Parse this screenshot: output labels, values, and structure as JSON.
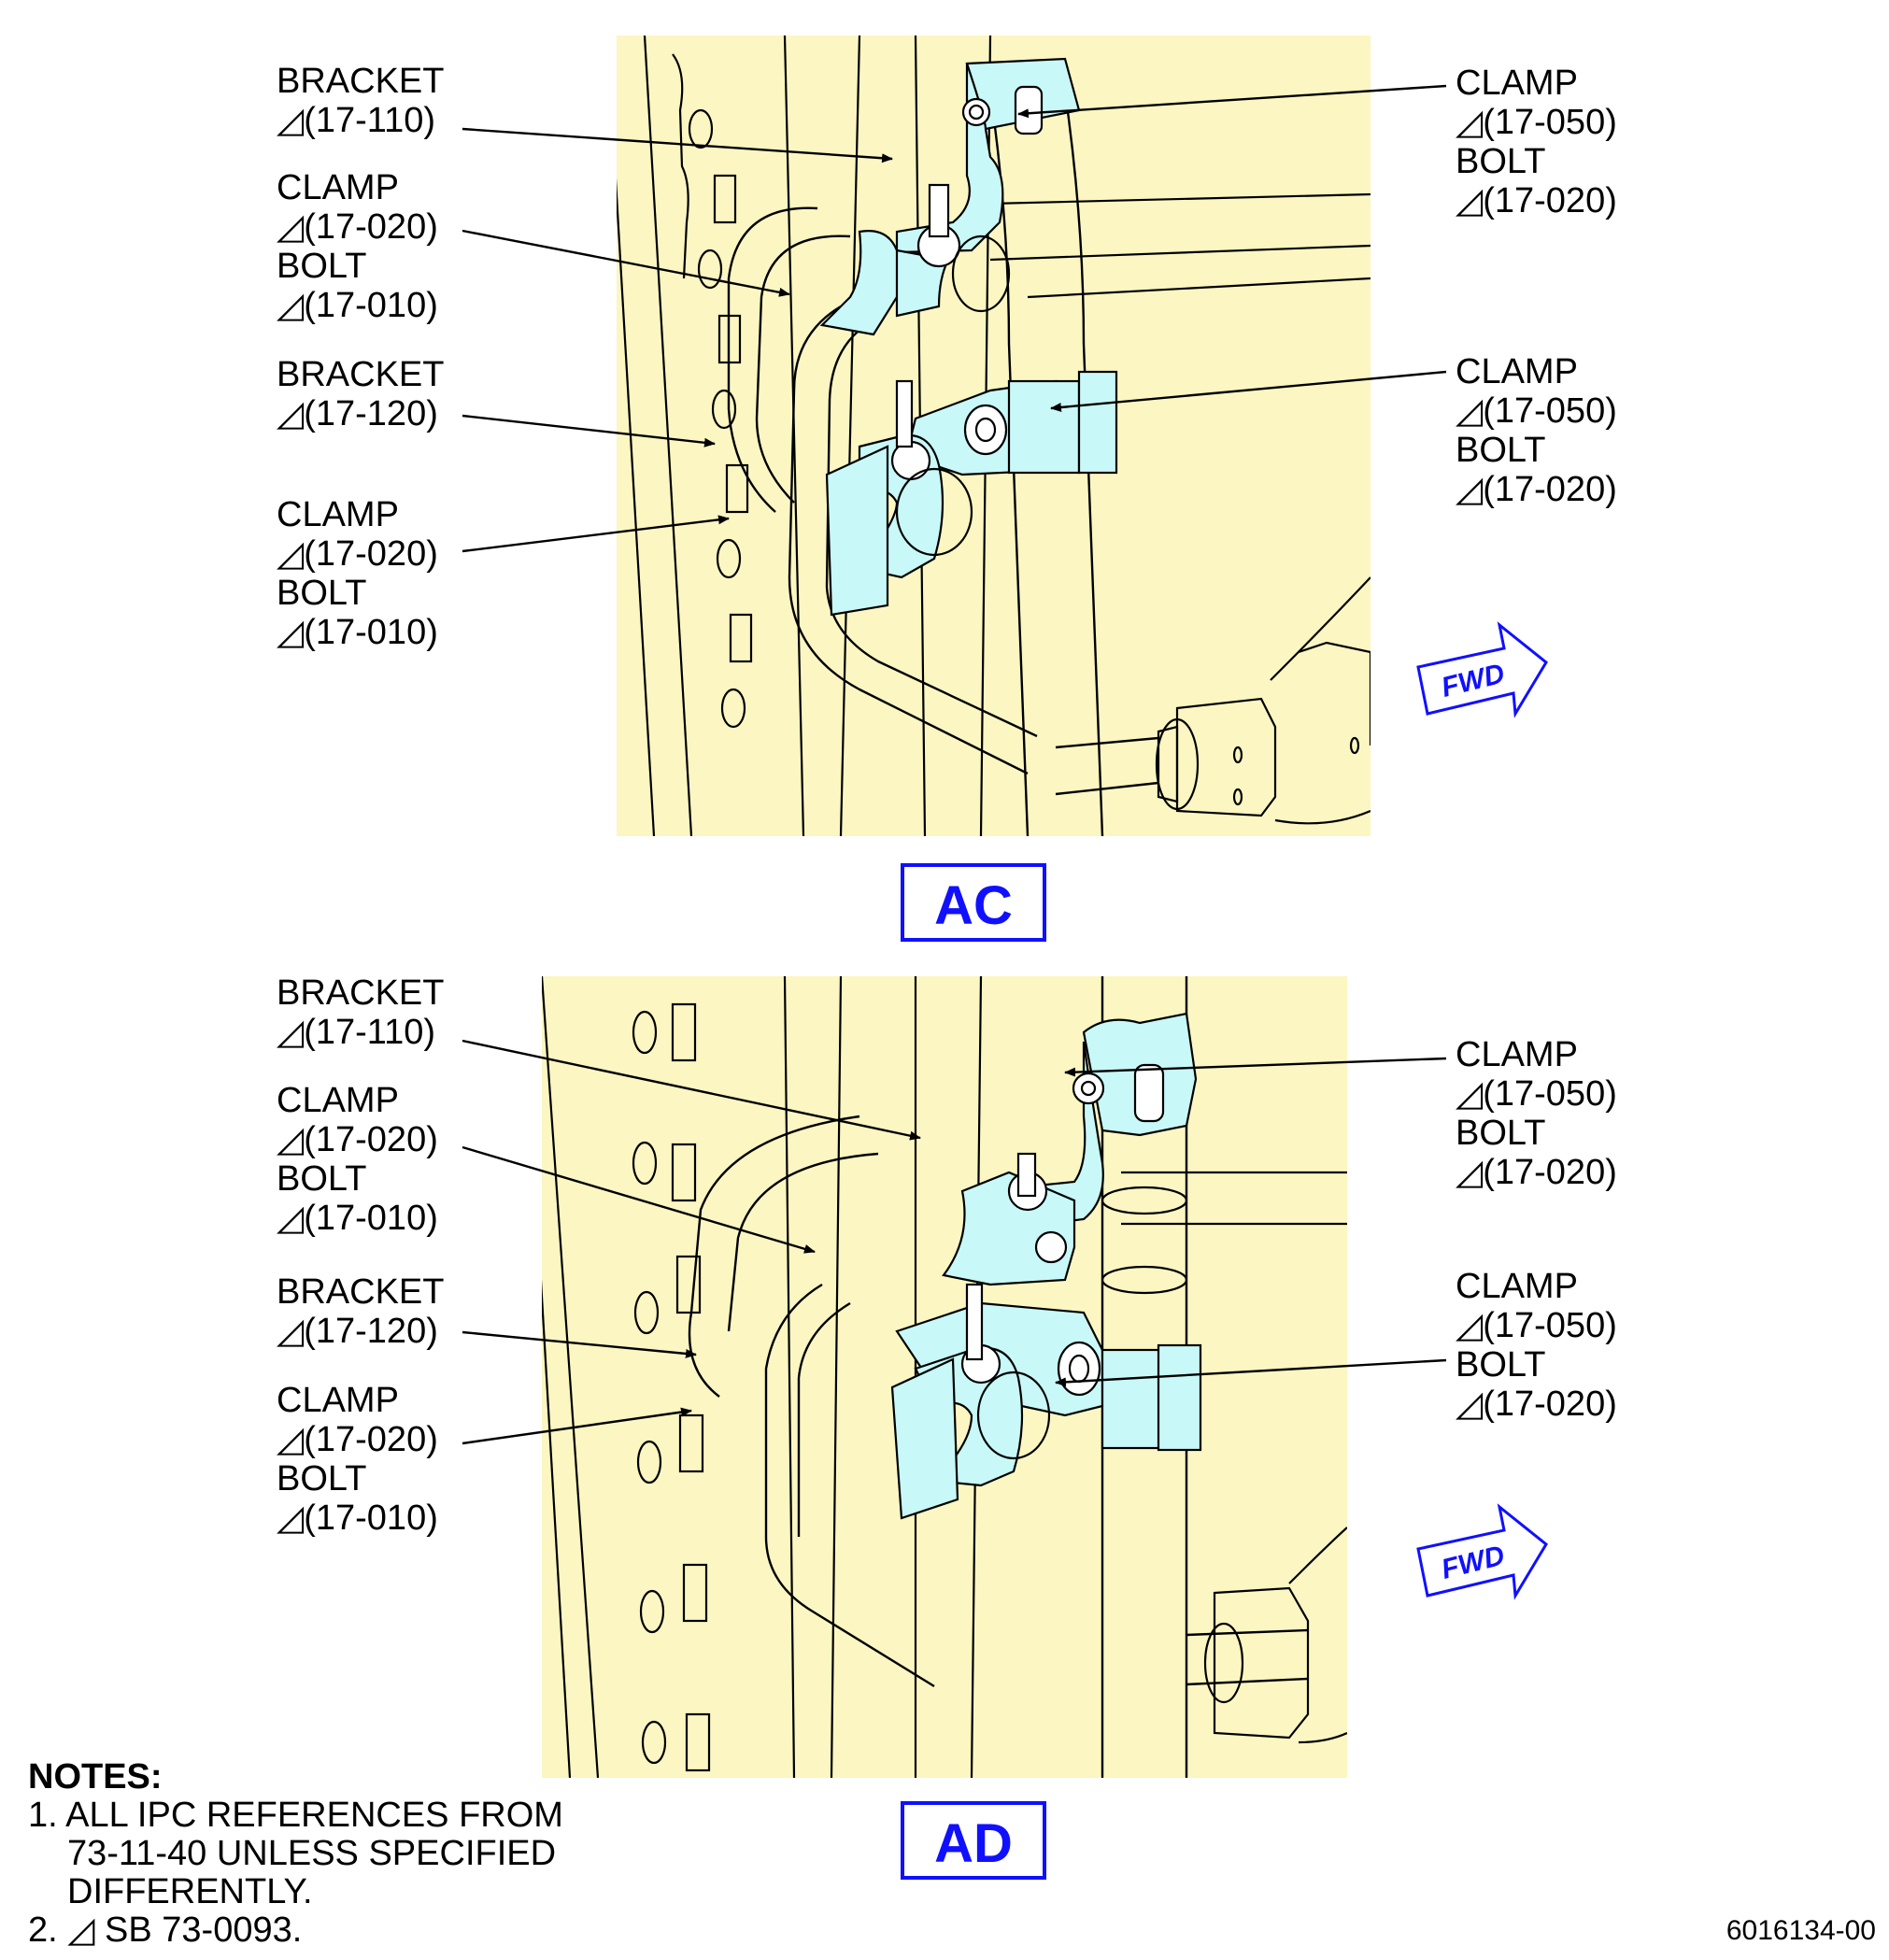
{
  "views": [
    {
      "tag": "AC",
      "labels_left": [
        {
          "lines": [
            "BRACKET",
            "◿(17-110)"
          ]
        },
        {
          "lines": [
            "CLAMP",
            "◿(17-020)",
            "BOLT",
            "◿(17-010)"
          ]
        },
        {
          "lines": [
            "BRACKET",
            "◿(17-120)"
          ]
        },
        {
          "lines": [
            "CLAMP",
            "◿(17-020)",
            "BOLT",
            "◿(17-010)"
          ]
        }
      ],
      "labels_right": [
        {
          "lines": [
            "CLAMP",
            "◿(17-050)",
            "BOLT",
            "◿(17-020)"
          ]
        },
        {
          "lines": [
            "CLAMP",
            "◿(17-050)",
            "BOLT",
            "◿(17-020)"
          ]
        }
      ],
      "fwd_label": "FWD"
    },
    {
      "tag": "AD",
      "labels_left": [
        {
          "lines": [
            "BRACKET",
            "◿(17-110)"
          ]
        },
        {
          "lines": [
            "CLAMP",
            "◿(17-020)",
            "BOLT",
            "◿(17-010)"
          ]
        },
        {
          "lines": [
            "BRACKET",
            "◿(17-120)"
          ]
        },
        {
          "lines": [
            "CLAMP",
            "◿(17-020)",
            "BOLT",
            "◿(17-010)"
          ]
        }
      ],
      "labels_right": [
        {
          "lines": [
            "CLAMP",
            "◿(17-050)",
            "BOLT",
            "◿(17-020)"
          ]
        },
        {
          "lines": [
            "CLAMP",
            "◿(17-050)",
            "BOLT",
            "◿(17-020)"
          ]
        }
      ],
      "fwd_label": "FWD"
    }
  ],
  "notes": {
    "heading": "NOTES:",
    "items": [
      {
        "lines": [
          "1. ALL IPC REFERENCES FROM",
          "73-11-40 UNLESS SPECIFIED",
          "DIFFERENTLY."
        ]
      },
      {
        "lines": [
          "2. ◿ SB 73-0093."
        ]
      }
    ]
  },
  "document_number": "6016134-00",
  "colors": {
    "background": "#fbf6c2",
    "part_highlight": "#c8f8f8",
    "view_tag": "#1010ff",
    "line": "#000000"
  }
}
